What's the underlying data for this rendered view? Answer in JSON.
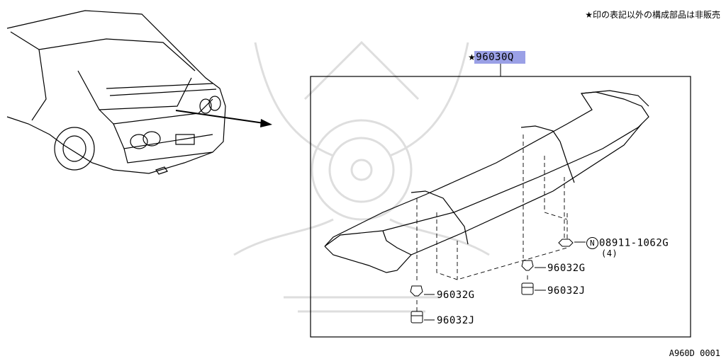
{
  "notice": "★印の表記以外の構成部品は非販売",
  "diagram_code": "A960D 0001",
  "parts": {
    "main": {
      "star": "★",
      "number": "96030Q"
    },
    "bolt_nut": {
      "prefix": "N",
      "number": "08911-1062G",
      "qty": "(4)"
    },
    "left_upper": "96032G",
    "left_lower": "96032J",
    "right_upper": "96032G",
    "right_lower": "96032J"
  },
  "colors": {
    "highlight": "#9aa0e6",
    "line": "#000000",
    "watermark": "#dcdcdc"
  }
}
